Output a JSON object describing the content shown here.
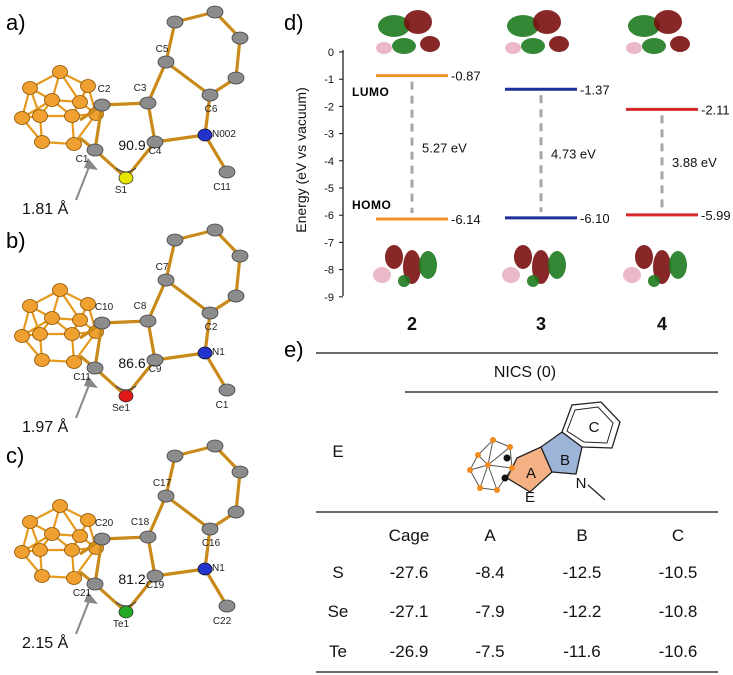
{
  "panels": {
    "a": {
      "letter": "a)",
      "atoms": [
        "C2",
        "C3",
        "C5",
        "C6",
        "N002",
        "C4",
        "C1",
        "S1",
        "C11"
      ],
      "angle": "90.9",
      "distance": "1.81 Å"
    },
    "b": {
      "letter": "b)",
      "atoms": [
        "C10",
        "C8",
        "C7",
        "C2",
        "N1",
        "C9",
        "C11",
        "Se1",
        "C1"
      ],
      "angle": "86.6",
      "distance": "1.97 Å"
    },
    "c": {
      "letter": "c)",
      "atoms": [
        "C20",
        "C18",
        "C17",
        "C16",
        "N1",
        "C19",
        "C21",
        "Te1",
        "C22"
      ],
      "angle": "81.2",
      "distance": "2.15 Å"
    },
    "d": {
      "letter": "d)"
    },
    "e": {
      "letter": "e)"
    }
  },
  "chart_data": {
    "type": "energy-level diagram",
    "ylabel": "Energy (eV vs vacuum)",
    "ylim": [
      -9,
      0
    ],
    "yticks": [
      "0",
      "-1",
      "-2",
      "-3",
      "-4",
      "-5",
      "-6",
      "-7",
      "-8",
      "-9"
    ],
    "lumo_label": "LUMO",
    "homo_label": "HOMO",
    "compounds": [
      {
        "name": "2",
        "lumo": -0.87,
        "homo": -6.14,
        "lumo_text": "-0.87",
        "homo_text": "-6.14",
        "gap": "5.27 eV",
        "color": "#f0922b"
      },
      {
        "name": "3",
        "lumo": -1.37,
        "homo": -6.1,
        "lumo_text": "-1.37",
        "homo_text": "-6.10",
        "gap": "4.73 eV",
        "color": "#1c2f9c"
      },
      {
        "name": "4",
        "lumo": -2.11,
        "homo": -5.99,
        "lumo_text": "-2.11",
        "homo_text": "-5.99",
        "gap": "3.88 eV",
        "color": "#d62828"
      }
    ]
  },
  "table": {
    "title": "NICS (0)",
    "row_header": "E",
    "structure_labels": {
      "A": "A",
      "B": "B",
      "C": "C",
      "E": "E",
      "N": "N"
    },
    "columns": [
      "Cage",
      "A",
      "B",
      "C"
    ],
    "rows": [
      {
        "label": "S",
        "values": [
          "-27.6",
          "-8.4",
          "-12.5",
          "-10.5"
        ]
      },
      {
        "label": "Se",
        "values": [
          "-27.1",
          "-7.9",
          "-12.2",
          "-10.8"
        ]
      },
      {
        "label": "Te",
        "values": [
          "-26.9",
          "-7.5",
          "-11.6",
          "-10.6"
        ]
      }
    ]
  }
}
